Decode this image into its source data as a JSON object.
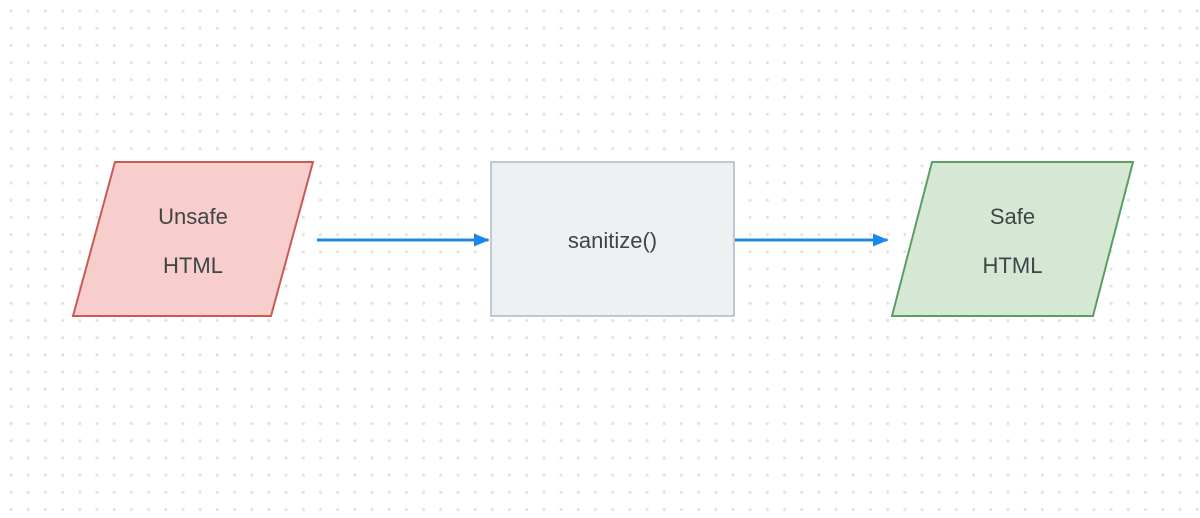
{
  "theme": {
    "background": "#ffffff",
    "dot_color": "#e2e2e2",
    "text_color": "#3f4448",
    "connector_color": "#1e88e5"
  },
  "diagram": {
    "nodes": [
      {
        "id": "unsafe-html",
        "shape": "parallelogram",
        "label": "Unsafe HTML",
        "line1": "Unsafe",
        "line2": "HTML",
        "fill": "#f8cecc",
        "stroke": "#cb5a55"
      },
      {
        "id": "sanitize",
        "shape": "rectangle",
        "label": "sanitize()",
        "fill": "#eef1f4",
        "stroke": "#afb9c3"
      },
      {
        "id": "safe-html",
        "shape": "parallelogram",
        "label": "Safe HTML",
        "line1": "Safe",
        "line2": "HTML",
        "fill": "#d5e8d4",
        "stroke": "#5b9e63"
      }
    ],
    "edges": [
      {
        "id": "edge-1",
        "from": "unsafe-html",
        "to": "sanitize",
        "style": "solid-arrow"
      },
      {
        "id": "edge-2",
        "from": "sanitize",
        "to": "safe-html",
        "style": "solid-arrow"
      }
    ]
  }
}
